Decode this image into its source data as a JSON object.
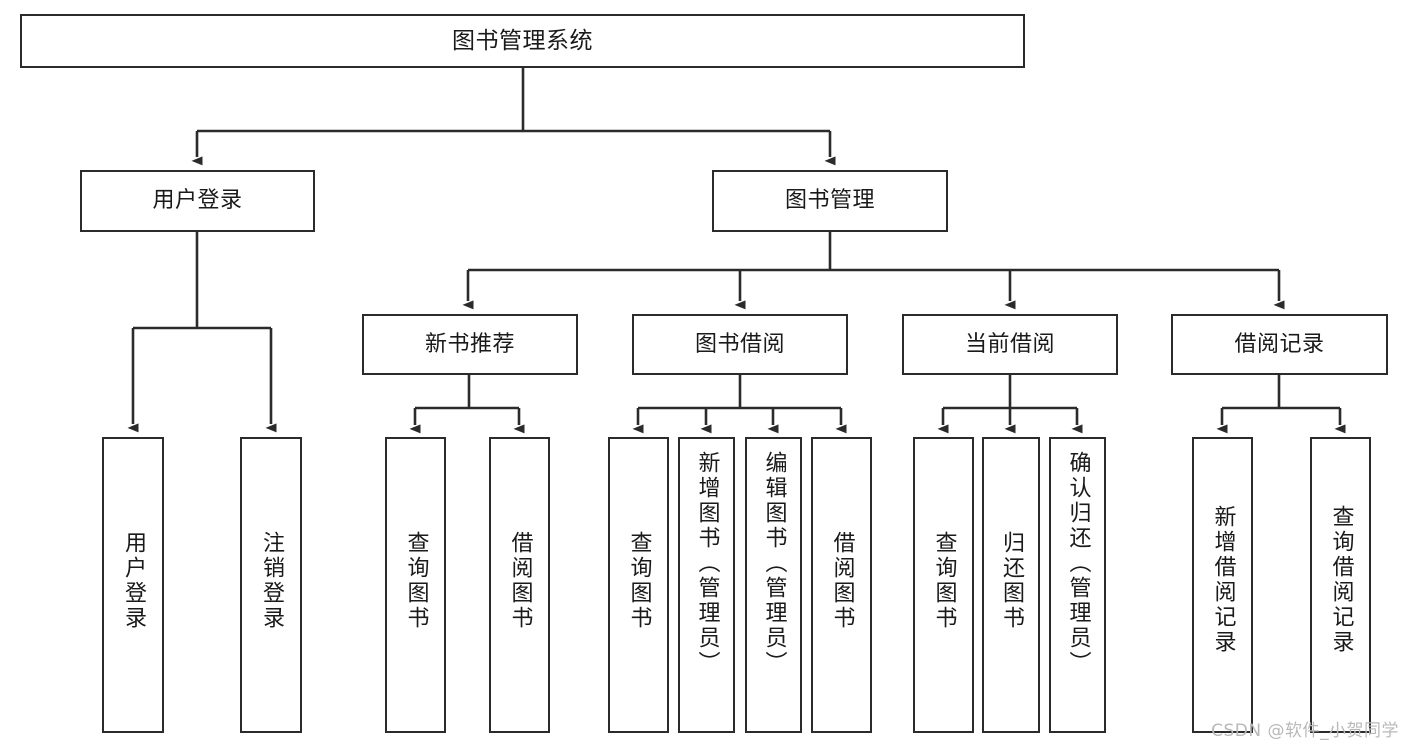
{
  "diagram": {
    "title": "图书管理系统",
    "watermark": "CSDN @软件_小贺同学",
    "colors": {
      "background": "#ffffff",
      "box_border": "#2b2b2b",
      "box_fill": "#ffffff",
      "connector": "#2b2b2b",
      "text": "#1a1a1a",
      "watermark": "#b9b9b9"
    },
    "root": {
      "label": "图书管理系统"
    },
    "level1": [
      {
        "label": "用户登录"
      },
      {
        "label": "图书管理"
      }
    ],
    "level2": [
      {
        "label": "新书推荐"
      },
      {
        "label": "图书借阅"
      },
      {
        "label": "当前借阅"
      },
      {
        "label": "借阅记录"
      }
    ],
    "leaves": {
      "user_login": [
        {
          "label": "用户登录"
        },
        {
          "label": "注销登录"
        }
      ],
      "new_book_recommend": [
        {
          "label": "查询图书"
        },
        {
          "label": "借阅图书"
        }
      ],
      "book_borrow": [
        {
          "label": "查询图书"
        },
        {
          "label": "新增图书（管理员）"
        },
        {
          "label": "编辑图书（管理员）"
        },
        {
          "label": "借阅图书"
        }
      ],
      "current_borrow": [
        {
          "label": "查询图书"
        },
        {
          "label": "归还图书"
        },
        {
          "label": "确认归还（管理员）"
        }
      ],
      "borrow_record": [
        {
          "label": "新增借阅记录"
        },
        {
          "label": "查询借阅记录"
        }
      ]
    }
  }
}
